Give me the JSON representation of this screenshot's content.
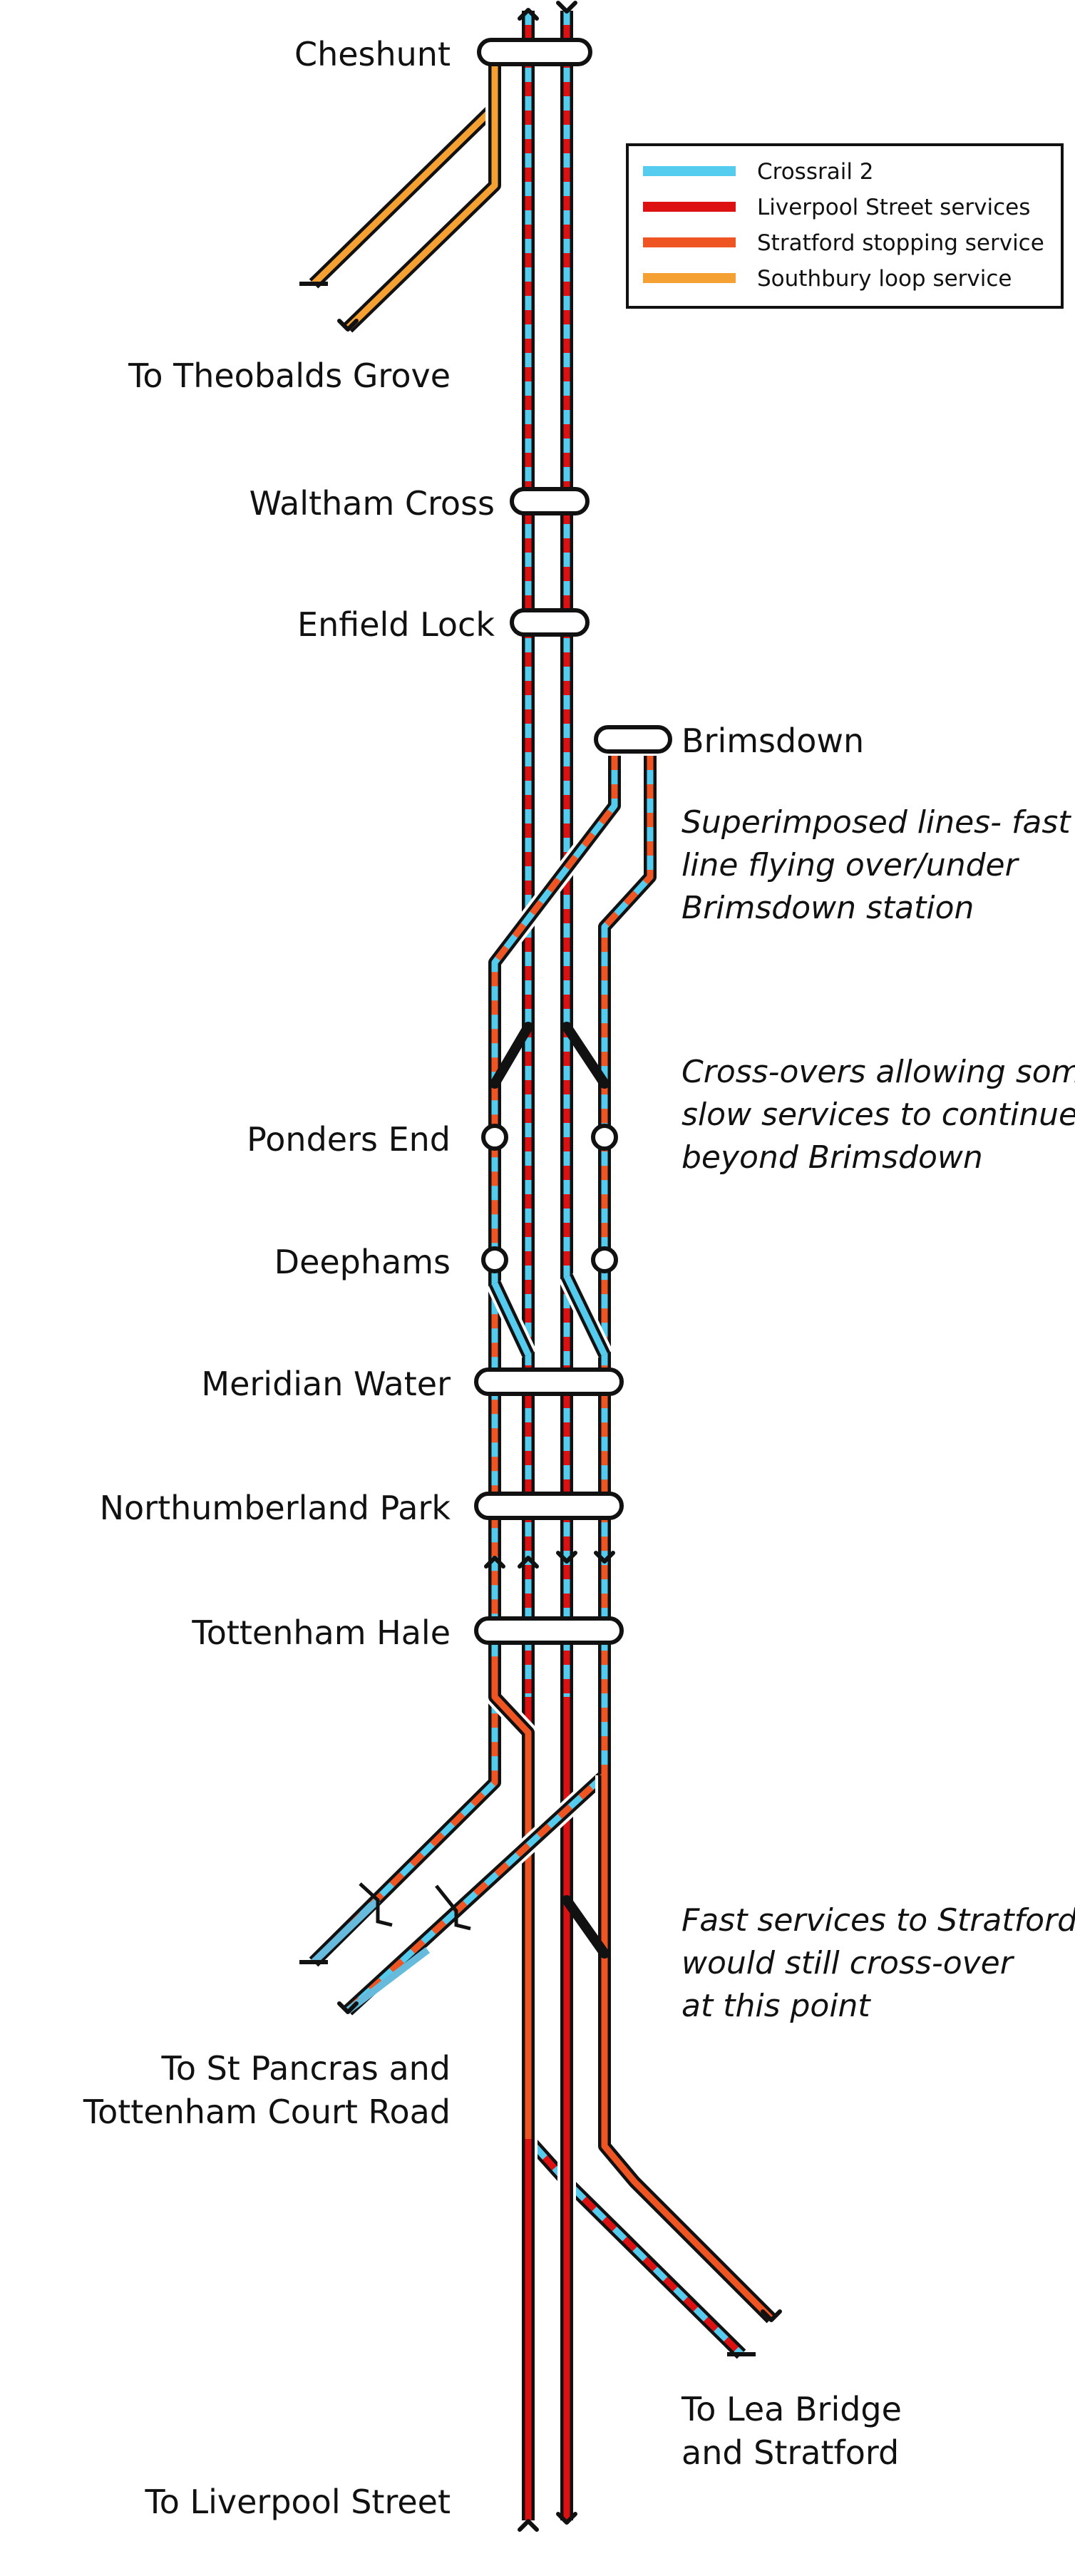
{
  "colors": {
    "crossrail": "#55ccee",
    "liverpool": "#dd1111",
    "stratford": "#ee5522",
    "southbury": "#f5a033",
    "casing": "#111111",
    "background": "#ffffff"
  },
  "legend": {
    "items": [
      {
        "label": "Crossrail 2",
        "color": "#55ccee"
      },
      {
        "label": "Liverpool Street services",
        "color": "#dd1111"
      },
      {
        "label": "Stratford stopping service",
        "color": "#ee5522"
      },
      {
        "label": "Southbury loop service",
        "color": "#f5a033"
      }
    ]
  },
  "stations": {
    "cheshunt": "Cheshunt",
    "waltham_cross": "Waltham Cross",
    "enfield_lock": "Enfield Lock",
    "brimsdown": "Brimsdown",
    "ponders_end": "Ponders End",
    "deephams": "Deephams",
    "meridian_water": "Meridian Water",
    "northumberland_park": "Northumberland Park",
    "tottenham_hale": "Tottenham Hale"
  },
  "destinations": {
    "theobalds_grove": "To Theobalds Grove",
    "st_pancras_line1": "To St Pancras and",
    "st_pancras_line2": "Tottenham Court Road",
    "lea_bridge_line1": "To Lea Bridge",
    "lea_bridge_line2": "and Stratford",
    "liverpool_street": "To Liverpool Street"
  },
  "notes": {
    "superimposed": [
      "Superimposed lines- fast",
      "line flying over/under",
      "Brimsdown station"
    ],
    "crossovers": [
      "Cross-overs allowing some",
      "slow services to continue",
      "beyond Brimsdown"
    ],
    "fast_stratford": [
      "Fast services to Stratford",
      "would still cross-over",
      "at this point"
    ]
  }
}
